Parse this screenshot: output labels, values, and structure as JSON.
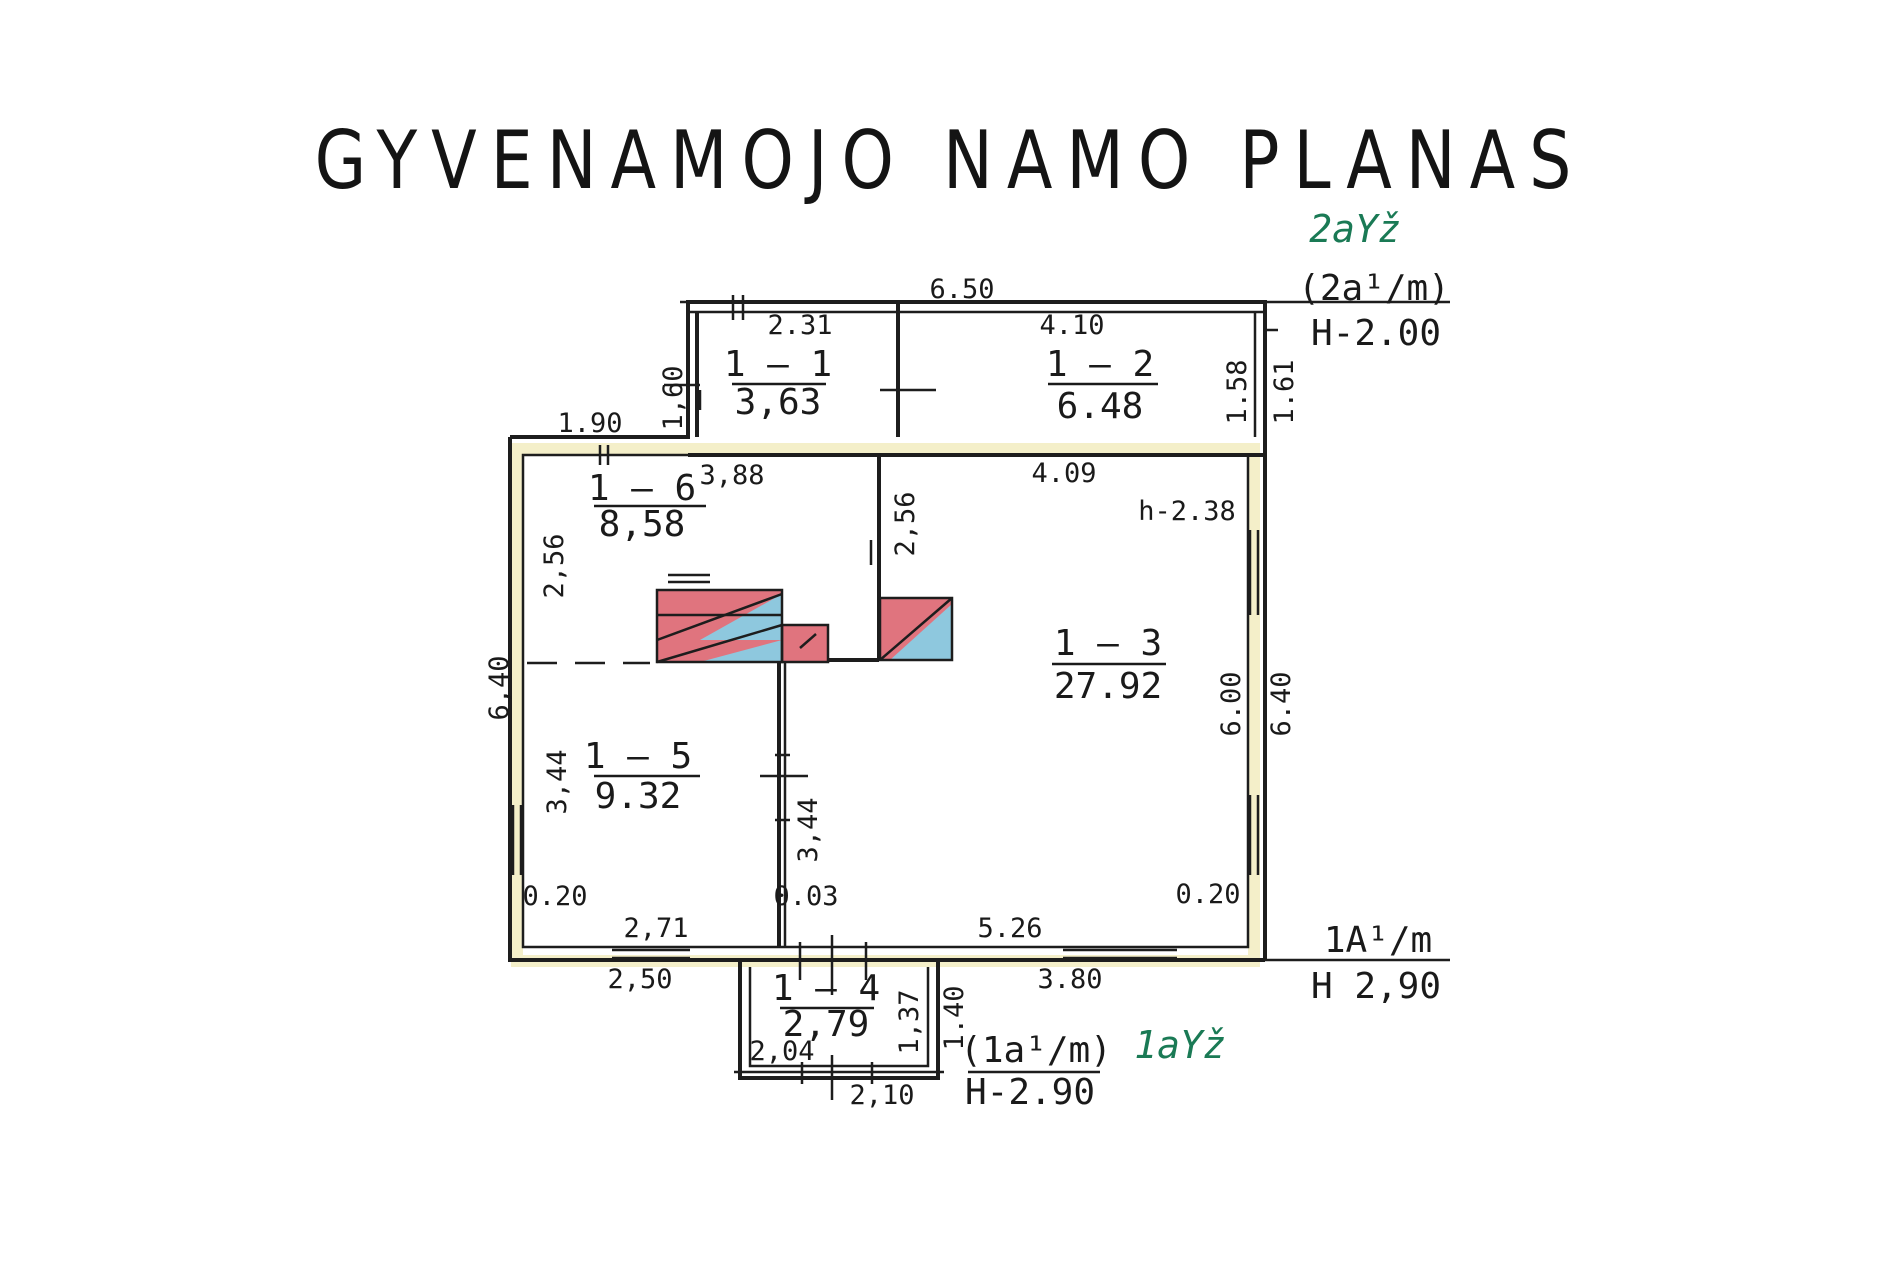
{
  "title": "GYVENAMOJO NAMO PLANAS",
  "colors": {
    "ink": "#1d1d1d",
    "note_green": "#1a7a55",
    "stove_red": "#e0747e",
    "stove_blue": "#8ec8de",
    "wall_fill": "#f4efc9"
  },
  "rooms": [
    {
      "id": "1-1",
      "label": "1 – 1",
      "area": "3,63"
    },
    {
      "id": "1-2",
      "label": "1 – 2",
      "area": "6.48"
    },
    {
      "id": "1-3",
      "label": "1 – 3",
      "area": "27.92"
    },
    {
      "id": "1-4",
      "label": "1 – 4",
      "area": "2,79"
    },
    {
      "id": "1-5",
      "label": "1 – 5",
      "area": "9.32"
    },
    {
      "id": "1-6",
      "label": "1 – 6",
      "area": "8,58"
    }
  ],
  "dimensions": {
    "top_total": "6.50",
    "room11_width": "2.31",
    "room12_width": "4.10",
    "room11_depth": "1,60",
    "room12_depth": "1.58",
    "ext_depth_outer": "1.61",
    "left_offset": "1.90",
    "room16_width": "3,88",
    "room13_width": "4.09",
    "room13_height": "h-2.38",
    "partition_upper": "2,56",
    "room16_depth": "2,56",
    "total_left": "6,40",
    "room15_depth": "3,44",
    "partition_lower": "3,44",
    "room13_depth": "6.00",
    "total_right": "6.40",
    "wall_left": "0.20",
    "wall_mid": "0.03",
    "wall_right": "0.20",
    "room15_width": "2,71",
    "room13_bottom_width": "5.26",
    "outer_bottom_left": "2,50",
    "outer_bottom_right": "3.80",
    "porch_inner_width": "2,04",
    "porch_outer_width": "2,10",
    "porch_inner_depth": "1,37",
    "porch_outer_depth": "1.40"
  },
  "markers": {
    "ext_code": "(2a¹/m)",
    "ext_height": "H-2.00",
    "ext_note": "2aYž",
    "main_code": "1A¹/m",
    "main_height": "H 2,90",
    "porch_code": "(1a¹/m)",
    "porch_height": "H-2.90",
    "porch_note": "1aYž"
  }
}
